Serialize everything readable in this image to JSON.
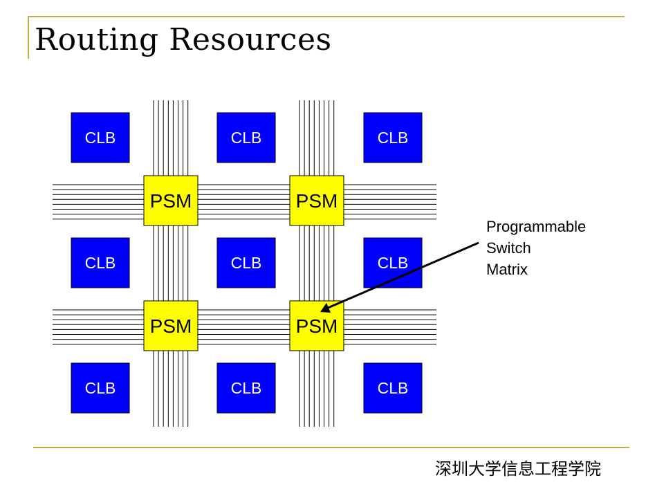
{
  "title": "Routing Resources",
  "diagram": {
    "clb_label": "CLB",
    "psm_label": "PSM",
    "clb_grid": [
      {
        "row": 1,
        "col": 1
      },
      {
        "row": 1,
        "col": 2
      },
      {
        "row": 1,
        "col": 3
      },
      {
        "row": 2,
        "col": 1
      },
      {
        "row": 2,
        "col": 2
      },
      {
        "row": 2,
        "col": 3
      },
      {
        "row": 3,
        "col": 1
      },
      {
        "row": 3,
        "col": 2
      },
      {
        "row": 3,
        "col": 3
      }
    ],
    "psm_grid": [
      {
        "row": 1,
        "col": 1
      },
      {
        "row": 1,
        "col": 2
      },
      {
        "row": 2,
        "col": 1
      },
      {
        "row": 2,
        "col": 2
      }
    ],
    "wires_per_channel": 8,
    "callout": {
      "lines": [
        "Programmable",
        "Switch",
        "Matrix"
      ],
      "target": "psm-row2-col2"
    }
  },
  "footer": "深圳大学信息工程学院",
  "colors": {
    "clb_fill": "#0000ff",
    "psm_fill": "#ffff00",
    "rule": "#c9a84a",
    "wire": "#000000"
  }
}
